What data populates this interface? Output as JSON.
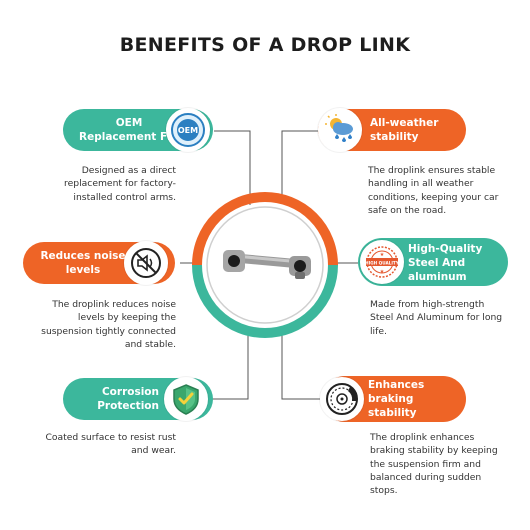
{
  "title": "BENEFITS OF A DROP LINK",
  "benefits": {
    "oem": {
      "label_line1": "OEM",
      "label_line2": "Replacement Fit",
      "icon": "oem-badge-icon",
      "icon_text": "OEM",
      "desc_line1": "Designed as a direct",
      "desc_line2": "replacement for factory-",
      "desc_line3": "installed control arms."
    },
    "weather": {
      "label_line1": "All-weather",
      "label_line2": "stability",
      "icon": "weather-icon",
      "desc_line1": "The droplink ensures stable",
      "desc_line2": "handling in all weather",
      "desc_line3": "conditions, keeping your car",
      "desc_line4": "safe on the road."
    },
    "noise": {
      "label_line1": "Reduces noise",
      "label_line2": "levels",
      "icon": "mute-icon",
      "desc_line1": "The droplink reduces noise",
      "desc_line2": "levels by keeping the",
      "desc_line3": "suspension tightly connected",
      "desc_line4": "and stable."
    },
    "quality": {
      "label_line1": "High-Quality",
      "label_line2": "Steel And",
      "label_line3": "aluminum",
      "icon": "quality-stamp-icon",
      "icon_text": "HIGH QUALITY",
      "desc_line1": "Made from high-strength",
      "desc_line2": "Steel And Aluminum for long",
      "desc_line3": "life."
    },
    "corrosion": {
      "label_line1": "Corrosion",
      "label_line2": "Protection",
      "icon": "shield-check-icon",
      "desc_line1": "Coated surface to resist rust",
      "desc_line2": "and wear."
    },
    "braking": {
      "label_line1": "Enhances",
      "label_line2": "braking",
      "label_line3": "stability",
      "icon": "brake-disc-icon",
      "desc_line1": "The droplink enhances",
      "desc_line2": "braking stability by keeping",
      "desc_line3": "the suspension firm and",
      "desc_line4": "balanced during sudden",
      "desc_line5": "stops."
    }
  },
  "colors": {
    "teal": "#3cb79c",
    "orange": "#ee6426",
    "text": "#333333",
    "title": "#1d1d1d"
  }
}
